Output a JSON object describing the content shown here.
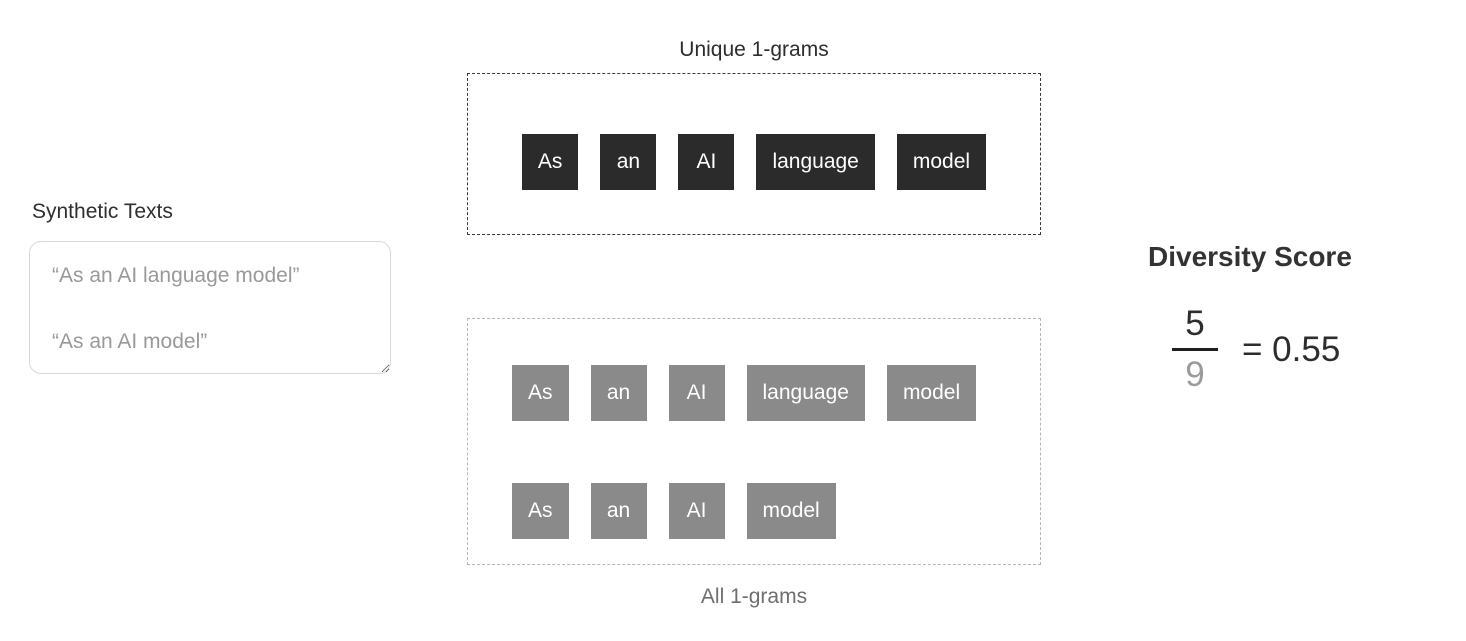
{
  "synthetic_texts": {
    "label": "Synthetic Texts",
    "value": "“As an AI language model”\n\n“As an AI model”"
  },
  "unique_ngrams": {
    "title": "Unique 1-grams",
    "tokens": [
      "As",
      "an",
      "AI",
      "language",
      "model"
    ]
  },
  "all_ngrams": {
    "label": "All 1-grams",
    "rows": [
      [
        "As",
        "an",
        "AI",
        "language",
        "model"
      ],
      [
        "As",
        "an",
        "AI",
        "model"
      ]
    ]
  },
  "diversity": {
    "title": "Diversity Score",
    "numerator": "5",
    "denominator": "9",
    "equals_result": "= 0.55"
  },
  "colors": {
    "unique_token_bg": "#2b2b2b",
    "all_token_bg": "#8a8a8a",
    "token_text": "#ffffff",
    "unique_box_border": "#3a3a3a",
    "all_box_border": "#b5b5b5",
    "muted_text": "#6f6f6f",
    "textarea_text": "#999999",
    "textarea_border": "#d8d8d8",
    "dark_text": "#2d2d2d"
  }
}
